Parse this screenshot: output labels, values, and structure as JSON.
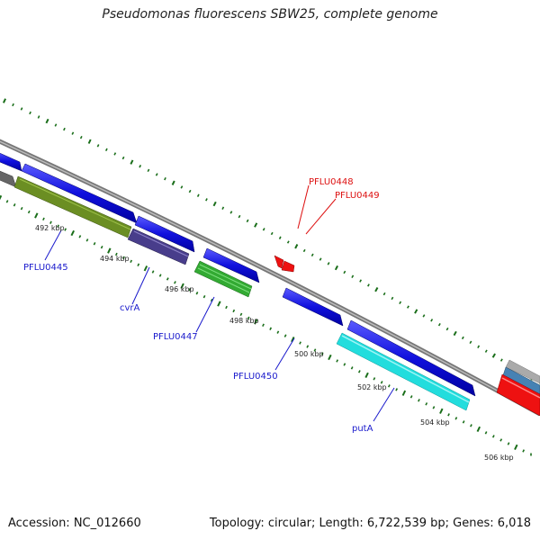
{
  "title": "Pseudomonas fluorescens SBW25, complete genome",
  "footer": {
    "accession": "Accession: NC_012660",
    "topology": "Topology: circular; Length: 6,722,539 bp; Genes: 6,018"
  },
  "colors": {
    "forward_gene": "#1a1aee",
    "tick_major": "#1a6e1a",
    "backbone": "#888888",
    "label_blue": "#1a1acc",
    "label_red": "#dd1111",
    "gene_olive": "#6b8e23",
    "gene_slate": "#483d8b",
    "gene_green": "#33aa33",
    "gene_cyan": "#22dddd",
    "gene_red": "#ee1111"
  },
  "tick_labels": [
    "492 kbp",
    "494 kbp",
    "496 kbp",
    "498 kbp",
    "500 kbp",
    "502 kbp",
    "504 kbp",
    "506 kbp"
  ],
  "gene_labels": {
    "pflu0445": "PFLU0445",
    "cvra": "cvrA",
    "pflu0447": "PFLU0447",
    "pflu0450": "PFLU0450",
    "puta": "putA",
    "pflu0448": "PFLU0448",
    "pflu0449": "PFLU0449"
  }
}
